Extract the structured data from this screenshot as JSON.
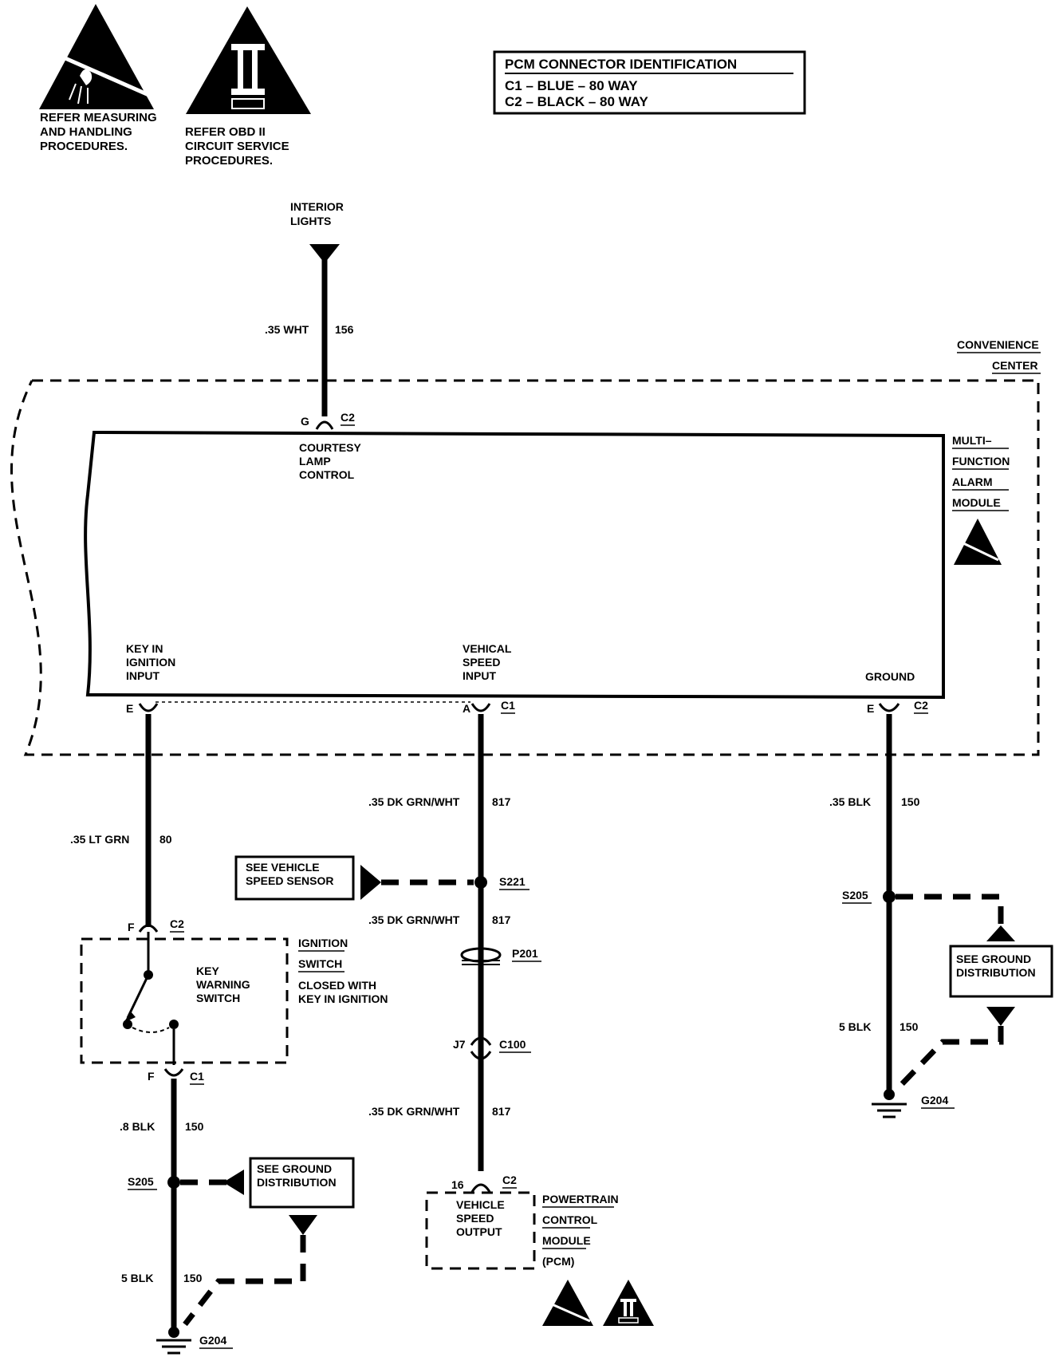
{
  "warnings": {
    "esd_text": [
      "REFER MEASURING",
      "AND HANDLING",
      "PROCEDURES."
    ],
    "obd_text": [
      "REFER  OBD II",
      "CIRCUIT SERVICE",
      "PROCEDURES."
    ],
    "obd_symbol": "II",
    "obd_badge": "OBD II"
  },
  "pcm_id": {
    "title": "PCM CONNECTOR IDENTIFICATION",
    "rows": [
      "C1  –  BLUE     – 80 WAY",
      "C2  –  BLACK  – 80 WAY"
    ]
  },
  "interior_lights": [
    "INTERIOR",
    "LIGHTS"
  ],
  "convenience_center": [
    "CONVENIENCE",
    "CENTER"
  ],
  "mfam": {
    "label": [
      "MULTI–",
      "FUNCTION",
      "ALARM",
      "MODULE"
    ],
    "courtesy": [
      "COURTESY",
      "LAMP",
      "CONTROL"
    ],
    "key_in": [
      "KEY IN",
      "IGNITION",
      "INPUT"
    ],
    "speed_input": [
      "VEHICAL",
      "SPEED",
      "INPUT"
    ],
    "ground": "GROUND"
  },
  "pins": {
    "g": "G",
    "c2": "C2",
    "e": "E",
    "a": "A",
    "c1": "C1",
    "f": "F",
    "j7": "J7",
    "c100": "C100",
    "p16": "16"
  },
  "wires": {
    "wht": ".35 WHT",
    "wht_num": "156",
    "ltgrn": ".35 LT GRN",
    "ltgrn_num": "80",
    "dkgrn": ".35 DK GRN/WHT",
    "dkgrn_num": "817",
    "blk35": ".35 BLK",
    "blk_num": "150",
    "blk8": ".8 BLK",
    "blk5": "5 BLK"
  },
  "splices": {
    "s221": "S221",
    "s205": "S205",
    "p201": "P201",
    "g204": "G204"
  },
  "refs": {
    "vss": [
      "SEE VEHICLE",
      "SPEED SENSOR"
    ],
    "gnd": [
      "SEE GROUND",
      "DISTRIBUTION"
    ]
  },
  "ignition": {
    "label": [
      "IGNITION",
      "SWITCH"
    ],
    "note": [
      "CLOSED WITH",
      "KEY IN IGNITION"
    ],
    "key": [
      "KEY",
      "WARNING",
      "SWITCH"
    ]
  },
  "pcm": {
    "output": [
      "VEHICLE",
      "SPEED",
      "OUTPUT"
    ],
    "label": [
      "POWERTRAIN",
      "CONTROL",
      "MODULE",
      "(PCM)"
    ]
  }
}
